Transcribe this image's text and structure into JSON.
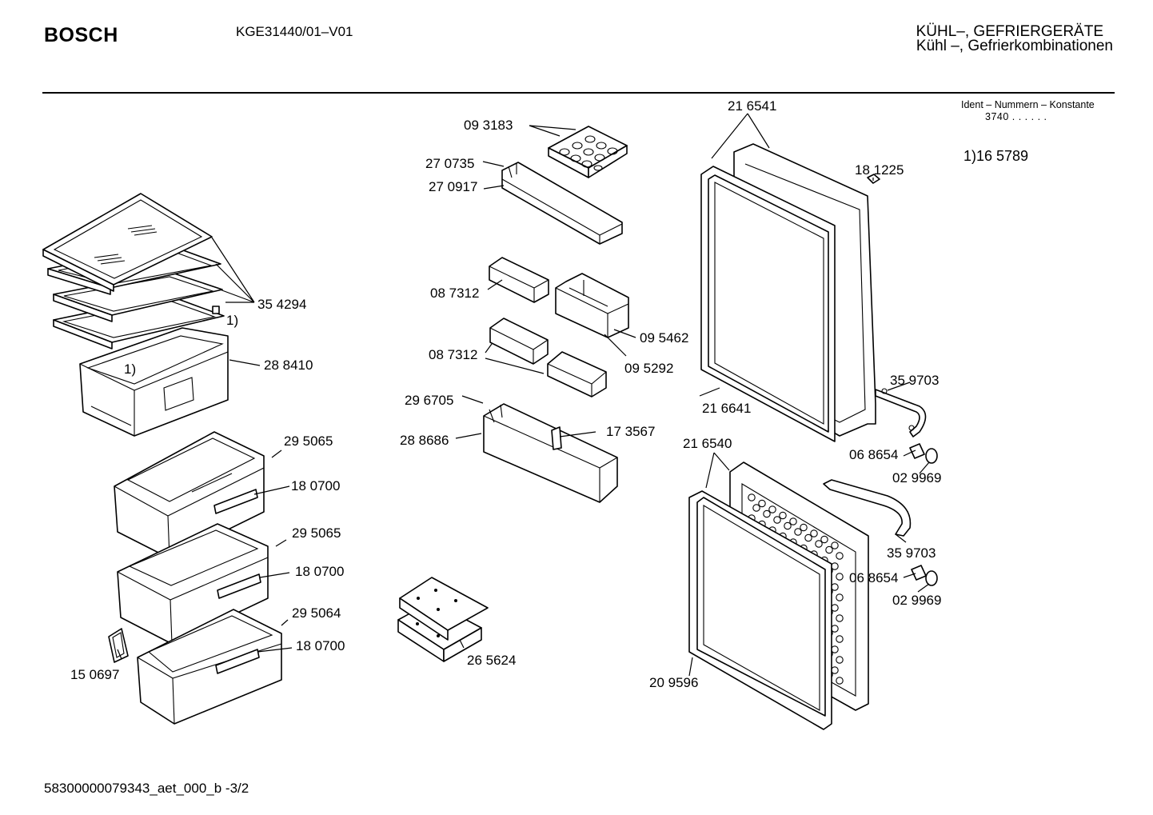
{
  "header": {
    "brand": "BOSCH",
    "model": "KGE31440/01–V01",
    "category_line1": "KÜHL–, GEFRIERGERÄTE",
    "category_line2": "Kühl –, Gefrierkombinationen"
  },
  "ident": {
    "title": "Ident – Nummern – Konstante",
    "value": "3740  .  .    .  .  .  ."
  },
  "footnote": "1)16 5789",
  "footer": "58300000079343_aet_000_b -3/2",
  "parts": {
    "p093183": "09 3183",
    "p270735": "27 0735",
    "p270917": "27 0917",
    "p087312a": "08 7312",
    "p095462": "09 5462",
    "p087312b": "08 7312",
    "p095292": "09 5292",
    "p296705": "29 6705",
    "p288686": "28 8686",
    "p173567": "17 3567",
    "p265624": "26 5624",
    "p354294": "35 4294",
    "p288410": "28 8410",
    "fn1a": "1)",
    "fn1b": "1)",
    "p295065a": "29 5065",
    "p180700a": "18 0700",
    "p295065b": "29 5065",
    "p180700b": "18 0700",
    "p295064": "29 5064",
    "p180700c": "18 0700",
    "p150697": "15 0697",
    "p216541": "21 6541",
    "p181225": "18 1225",
    "p216641": "21 6641",
    "p359703a": "35 9703",
    "p068654a": "06 8654",
    "p029969a": "02 9969",
    "p216540": "21 6540",
    "p359703b": "35 9703",
    "p068654b": "06 8654",
    "p029969b": "02 9969",
    "p209596": "20 9596"
  }
}
